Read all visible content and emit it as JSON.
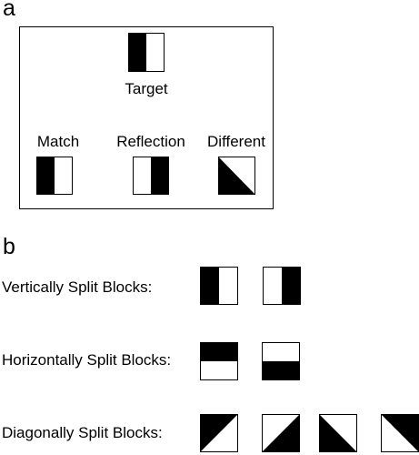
{
  "panel_a": {
    "letter": "a",
    "target_label": "Target",
    "options": [
      {
        "label": "Match",
        "block": "vertical-left-black"
      },
      {
        "label": "Reflection",
        "block": "vertical-right-black"
      },
      {
        "label": "Different",
        "block": "diagonal-bottom-left-black"
      }
    ],
    "target_block": "vertical-left-black"
  },
  "panel_b": {
    "letter": "b",
    "rows": [
      {
        "label": "Vertically Split Blocks:",
        "blocks": [
          "vertical-left-black",
          "vertical-right-black"
        ]
      },
      {
        "label": "Horizontally Split Blocks:",
        "blocks": [
          "horizontal-top-black",
          "horizontal-bottom-black"
        ]
      },
      {
        "label": "Diagonally Split Blocks:",
        "blocks": [
          "diagonal-top-left-black",
          "diagonal-bottom-right-black",
          "diagonal-bottom-left-black",
          "diagonal-top-right-black"
        ]
      }
    ]
  },
  "colors": {
    "fill": "#000000",
    "background": "#ffffff",
    "stroke": "#000000"
  }
}
